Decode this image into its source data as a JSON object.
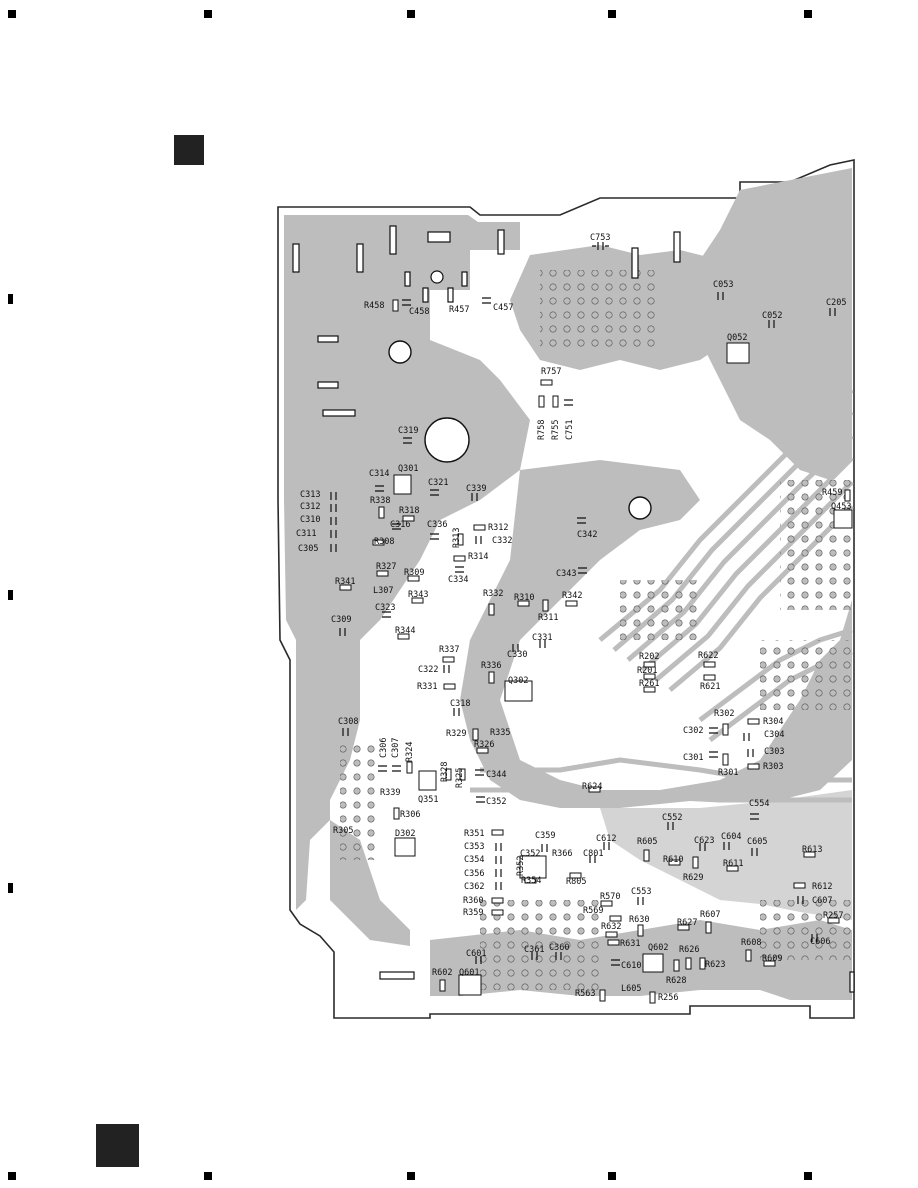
{
  "colors": {
    "copper": "#bdbdbd",
    "outline": "#2a2a2a",
    "component": "#111111",
    "background": "#ffffff"
  },
  "labels": {
    "c753": "C753",
    "c053": "C053",
    "c205": "C205",
    "r458": "R458",
    "c458": "C458",
    "r457": "R457",
    "c457": "C457",
    "c052": "C052",
    "q052": "Q052",
    "r757": "R757",
    "r758": "R758",
    "r755": "R755",
    "c751": "C751",
    "c319": "C319",
    "c314": "C314",
    "q301": "Q301",
    "c321": "C321",
    "c339": "C339",
    "c313": "C313",
    "c312": "C312",
    "r338": "R338",
    "r318": "R318",
    "c310": "C310",
    "c316": "C316",
    "c336": "C336",
    "r312": "R312",
    "c311": "C311",
    "r313": "R313",
    "c332": "C332",
    "c305": "C305",
    "r308": "R308",
    "r314": "R314",
    "c342": "C342",
    "r327": "R327",
    "r309": "R309",
    "c334": "C334",
    "c343": "C343",
    "r341": "R341",
    "l307": "L307",
    "r343": "R343",
    "r332": "R332",
    "r310": "R310",
    "r342": "R342",
    "c323": "C323",
    "r311": "R311",
    "c309": "C309",
    "r344": "R344",
    "c331": "C331",
    "c330": "C330",
    "r337": "R337",
    "c322": "C322",
    "r336": "R336",
    "r331": "R331",
    "q302": "Q302",
    "r202": "R202",
    "r201": "R201",
    "r261": "R261",
    "r622": "R622",
    "r621": "R621",
    "c318": "C318",
    "c308": "C308",
    "r329": "R329",
    "r335": "R335",
    "r326": "R326",
    "r302": "R302",
    "r304": "R304",
    "c302": "C302",
    "c304": "C304",
    "c301": "C301",
    "c303": "C303",
    "r301": "R301",
    "r303": "R303",
    "c306": "C306",
    "c307": "C307",
    "r324": "R324",
    "r328": "R328",
    "r325": "R325",
    "c344": "C344",
    "q351": "Q351",
    "r339": "R339",
    "r624": "R624",
    "c352": "C352",
    "r306": "R306",
    "c552": "C552",
    "c554": "C554",
    "r305": "R305",
    "d302": "D302",
    "r351": "R351",
    "c359": "C359",
    "c612": "C612",
    "r605": "R605",
    "c623": "C623",
    "c604": "C604",
    "c605": "C605",
    "c353": "C353",
    "c352b": "C352",
    "r366": "R366",
    "c801": "C801",
    "r610": "R610",
    "r613": "R613",
    "c354": "C354",
    "r611": "R611",
    "c356": "C356",
    "r352": "R352",
    "r629": "R629",
    "r354": "R354",
    "r805": "R805",
    "c362": "C362",
    "r570": "R570",
    "c553": "C553",
    "r612": "R612",
    "r360": "R360",
    "c607": "C607",
    "r569": "R569",
    "r630": "R630",
    "r627": "R627",
    "r607": "R607",
    "r257": "R257",
    "r359": "R359",
    "r632": "R632",
    "c606": "C606",
    "r631": "R631",
    "q602": "Q602",
    "r626": "R626",
    "r608": "R608",
    "c601": "C601",
    "c361": "C361",
    "c360": "C360",
    "r609": "R609",
    "r602": "R602",
    "q601": "Q601",
    "c610": "C610",
    "r623": "R623",
    "r628": "R628",
    "r563": "R563",
    "l605": "L605",
    "r256": "R256",
    "r459": "R459",
    "q453": "Q453"
  }
}
